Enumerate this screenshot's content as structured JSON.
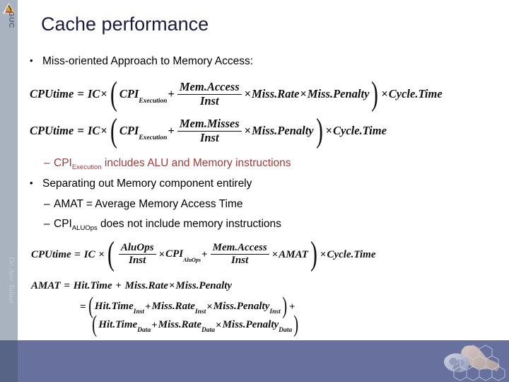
{
  "slide": {
    "title": "Cache performance",
    "logo_text": "GUC",
    "author": "Dr. Amr Talaat",
    "accent_navy": "#1b1b3f",
    "accent_red": "#9c3b3b",
    "sidebar_color": "#a9b2bf",
    "bottom_bar_color": "#68719d"
  },
  "bullets": {
    "b1_marker": "•",
    "b1_text": "Miss-oriented Approach to Memory Access:",
    "b2_marker": "–",
    "b2_prefix": "CPI",
    "b2_sub": "Execution",
    "b2_text": " includes ALU and Memory instructions",
    "b3_marker": "•",
    "b3_text": "Separating out Memory component entirely",
    "b4_marker": "–",
    "b4_text": "AMAT = Average Memory Access Time",
    "b5_marker": "–",
    "b5_prefix": "CPI",
    "b5_sub": "ALUOps",
    "b5_text": " does not include memory instructions"
  },
  "formulas": {
    "f1": {
      "lhs": "CPUtime",
      "eq": "=",
      "ic": "IC",
      "times": "×",
      "cpi": "CPI",
      "cpi_sub": "Execution",
      "plus": "+",
      "frac_num": "Mem.Access",
      "frac_den": "Inst",
      "t1": "Miss.Rate",
      "t2": "Miss.Penalty",
      "tail": "Cycle.Time"
    },
    "f2": {
      "lhs": "CPUtime",
      "eq": "=",
      "ic": "IC",
      "times": "×",
      "cpi": "CPI",
      "cpi_sub": "Execution",
      "plus": "+",
      "frac_num": "Mem.Misses",
      "frac_den": "Inst",
      "t1": "Miss.Penalty",
      "tail": "Cycle.Time"
    },
    "f3": {
      "lhs": "CPUtime",
      "eq": "=",
      "ic": "IC",
      "times": "×",
      "frac1_num": "AluOps",
      "frac1_den": "Inst",
      "cpi": "CPI",
      "cpi_sub": "AluOps",
      "plus": "+",
      "frac2_num": "Mem.Access",
      "frac2_den": "Inst",
      "amat": "AMAT",
      "tail": "Cycle.Time"
    },
    "f4": {
      "lhs": "AMAT",
      "eq": "=",
      "hit": "Hit.Time",
      "plus": "+",
      "rate": "Miss.Rate",
      "times": "×",
      "penalty": "Miss.Penalty"
    },
    "f5": {
      "eq": "=",
      "hit": "Hit.Time",
      "hit_sub": "Inst",
      "plus": "+",
      "rate": "Miss.Rate",
      "rate_sub": "Inst",
      "times": "×",
      "penalty": "Miss.Penalty",
      "penalty_sub": "Inst",
      "tail_plus": "+"
    },
    "f6": {
      "hit": "Hit.Time",
      "hit_sub": "Data",
      "plus": "+",
      "rate": "Miss.Rate",
      "rate_sub": "Data",
      "times": "×",
      "penalty": "Miss.Penalty",
      "penalty_sub": "Data"
    }
  }
}
